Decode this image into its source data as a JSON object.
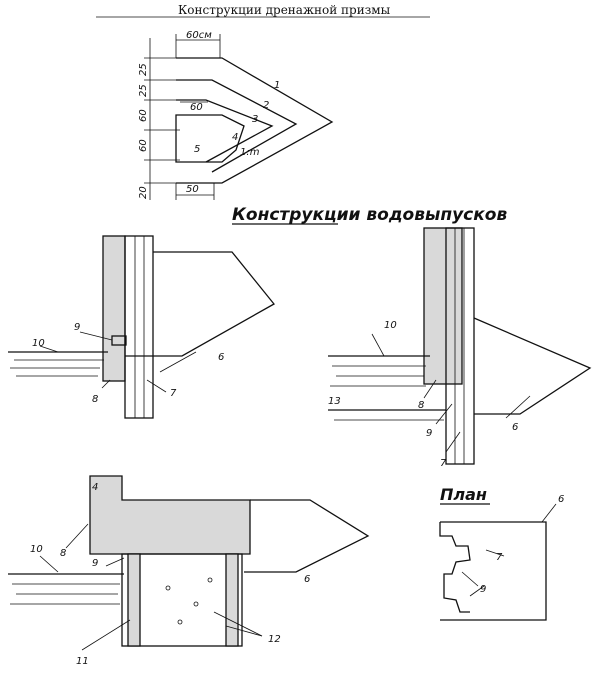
{
  "titles": {
    "drain_prism": "Конструкции дренажной призмы",
    "outlets": "Конструкции водовыпусков",
    "plan": "План"
  },
  "prism": {
    "width_top": "60см",
    "width_inner": "60",
    "width_bottom": "50",
    "slope": "1:m",
    "heights": [
      "25",
      "25",
      "60",
      "60",
      "20"
    ],
    "layers": [
      "1",
      "2",
      "3",
      "4",
      "5"
    ]
  },
  "callouts": {
    "fig1": [
      "9",
      "10",
      "8",
      "6",
      "7"
    ],
    "fig2": [
      "10",
      "13",
      "8",
      "9",
      "6",
      "7"
    ],
    "fig3": [
      "4",
      "8",
      "10",
      "9",
      "6",
      "11",
      "12"
    ],
    "plan": [
      "6",
      "7",
      "9"
    ]
  }
}
